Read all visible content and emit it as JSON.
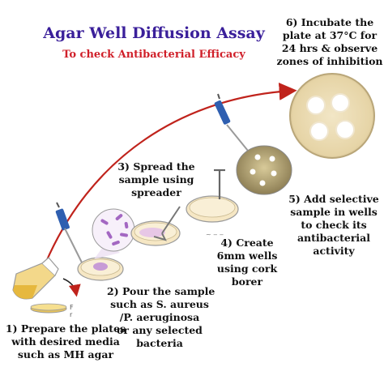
{
  "title": "Agar Well Diffusion Assay",
  "subtitle": "To check Antibacterial Efficacy",
  "steps": {
    "step1": [
      "1) Prepare the plates",
      "with desired media",
      "such as MH agar"
    ],
    "step2": [
      "2) Pour the sample",
      "such as S. aureus",
      "/P. aeruginosa",
      "or any selected",
      "bacteria"
    ],
    "step3": [
      "3) Spread the",
      "sample using",
      "spreader"
    ],
    "step4": [
      "4) Create",
      "6mm wells",
      "using cork",
      "borer"
    ],
    "step5": [
      "5) Add selective",
      "sample in wells",
      "to check its",
      "antibacterial",
      "activity"
    ],
    "step6": [
      "6) Incubate the",
      "plate at 37°C for",
      "24 hrs & observe",
      "zones of inhibition"
    ]
  },
  "colors": {
    "title": "#3a1f9a",
    "subtitle": "#d0202a",
    "arrow": "#c0231c",
    "agar_light": "#f6e7c4",
    "agar_dark": "#b8a77a",
    "spread_sample": "#e7c7e6",
    "pipette": "#2f5fb0"
  },
  "icons": [
    "flask-icon",
    "petri-dish-icon",
    "pipette-icon",
    "bacteria-zoom-icon",
    "spreader-icon",
    "cork-borer-icon",
    "incubated-plate-icon"
  ]
}
